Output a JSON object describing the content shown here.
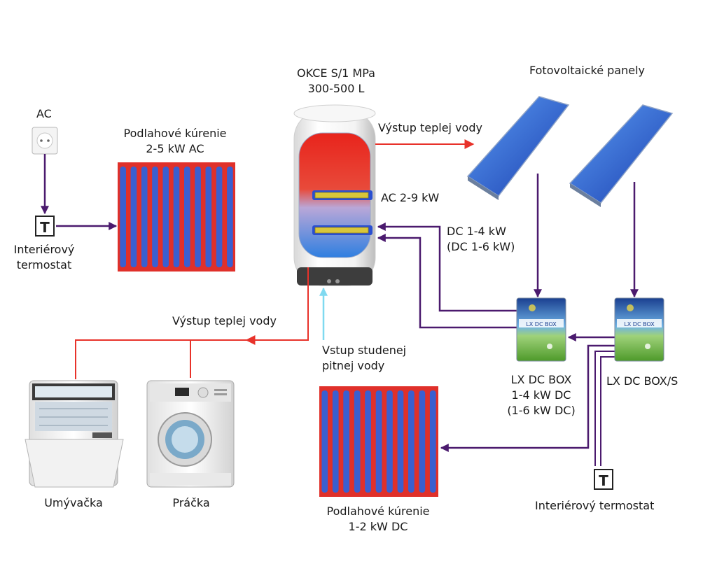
{
  "labels": {
    "ac_source": "AC",
    "floor_heating_ac_line1": "Podlahové kúrenie",
    "floor_heating_ac_line2": "2-5 kW AC",
    "thermostat_letter": "T",
    "interior_thermostat_left_line1": "Interiérový",
    "interior_thermostat_left_line2": "termostat",
    "tank_line1": "OKCE S/1 MPa",
    "tank_line2": "300-500 L",
    "pv_panels": "Fotovoltaické panely",
    "hot_water_out_top": "Výstup teplej vody",
    "ac_heater": "AC 2-9 kW",
    "dc_heater_line1": "DC 1-4 kW",
    "dc_heater_line2": "(DC 1-6 kW)",
    "hot_water_out_bottom": "Výstup teplej vody",
    "cold_water_in_line1": "Vstup studenej",
    "cold_water_in_line2": "pitnej vody",
    "box1_line1": "LX DC BOX",
    "box1_line2": "1-4 kW DC",
    "box1_line3": "(1-6 kW DC)",
    "box2": "LX DC BOX/S",
    "box_inner_text": "LX DC BOX",
    "dishwasher": "Umývačka",
    "washing_machine": "Práčka",
    "floor_heating_dc_line1": "Podlahové kúrenie",
    "floor_heating_dc_line2": "1-2 kW DC",
    "interior_thermostat_right": "Interiérový termostat"
  },
  "colors": {
    "power_line": "#4b1a6e",
    "hot_water": "#e8322a",
    "cold_water": "#7fd9f0",
    "heating_red": "#e0302a",
    "heating_blue": "#3a5fd0",
    "solar_blue": "#2f6de0"
  }
}
